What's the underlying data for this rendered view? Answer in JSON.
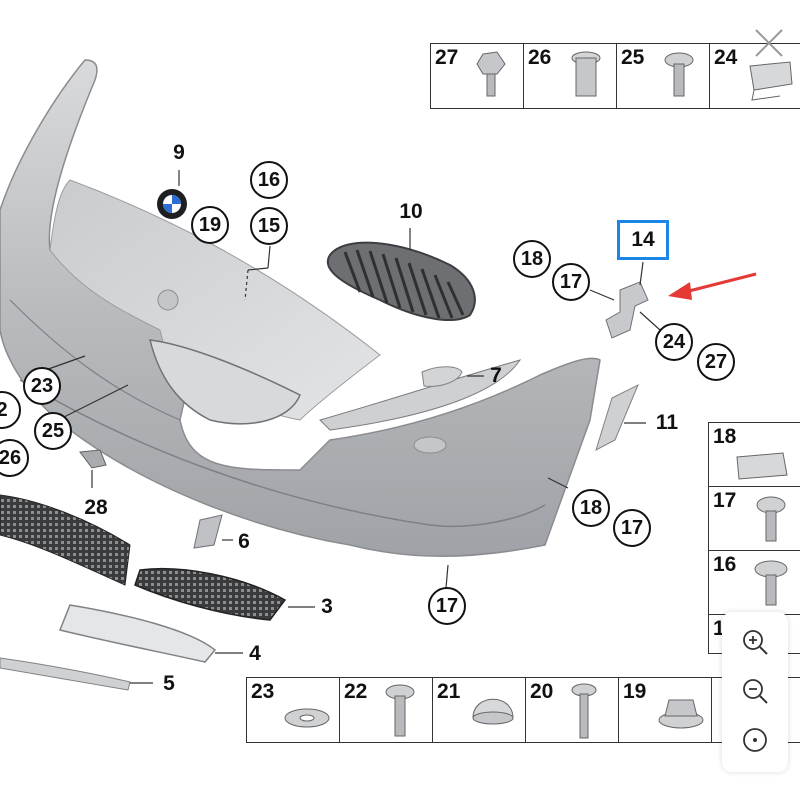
{
  "diagram": {
    "callouts": [
      "9",
      "19",
      "16",
      "15",
      "10",
      "18",
      "17",
      "24",
      "27",
      "23",
      "25",
      "2",
      "26",
      "28",
      "18",
      "17",
      "17"
    ],
    "plain_labels": [
      "7",
      "11",
      "6",
      "3",
      "4",
      "5"
    ],
    "highlighted_part": "14",
    "arrow_color": "#e53935",
    "highlight_color": "#1a86e8"
  },
  "top_table": {
    "parts": [
      "27",
      "26",
      "25",
      "24"
    ]
  },
  "right_table": {
    "parts": [
      "18",
      "17",
      "16",
      "1"
    ]
  },
  "bottom_table": {
    "parts": [
      "23",
      "22",
      "21",
      "20",
      "19"
    ]
  },
  "controls": {
    "close_icon": "close-icon",
    "zoom_in_icon": "zoom-in-icon",
    "zoom_out_icon": "zoom-out-icon",
    "reset_icon": "reset-view-icon"
  }
}
